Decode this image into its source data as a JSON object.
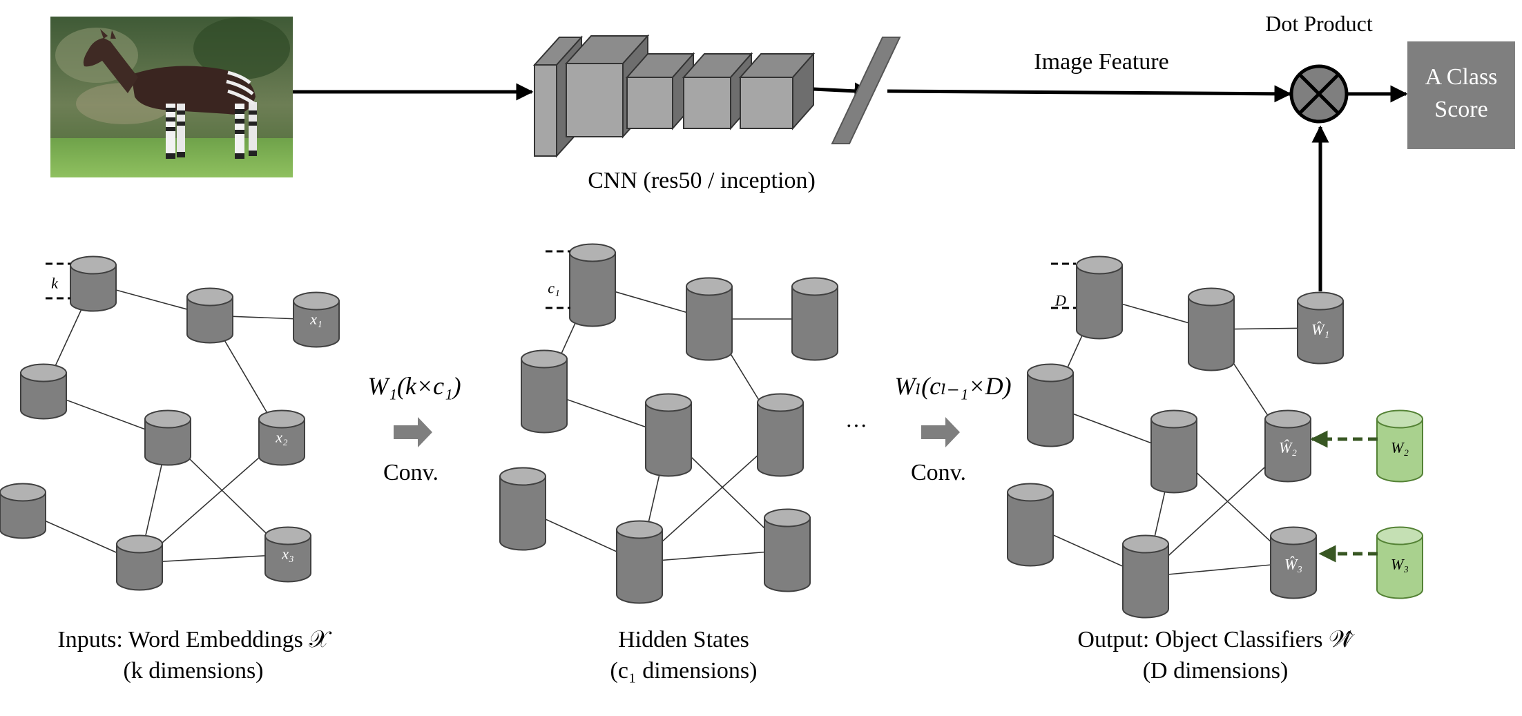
{
  "labels": {
    "cnn": "CNN (res50 / inception)",
    "image_feature": "Image Feature",
    "dot_product": "Dot Product",
    "class_score_line1": "A Class",
    "class_score_line2": "Score",
    "w1_conv": "W₁(k×c₁)",
    "wl_conv": "Wₗ(cₗ₋₁×D)",
    "conv1": "Conv.",
    "conv2": "Conv.",
    "ellipsis": "···",
    "inputs_line1": "Inputs: Word Embeddings 𝒳",
    "inputs_line2": "(k dimensions)",
    "hidden_line1": "Hidden States",
    "hidden_line2": "(c₁ dimensions)",
    "output_line1": "Output: Object Classifiers 𝒲̂",
    "output_line2": "(D dimensions)"
  },
  "node_labels": {
    "k": "k",
    "c1": "c₁",
    "D": "D",
    "x1": "x₁",
    "x2": "x₂",
    "x3": "x₃",
    "w1hat": "Ŵ₁",
    "w2hat": "Ŵ₂",
    "w3hat": "Ŵ₃",
    "w2": "W₂",
    "w3": "W₃"
  },
  "colors": {
    "node_body": "#7f7f7f",
    "node_top": "#b2b2b2",
    "green_body": "#a9d18e",
    "green_top": "#c5e0b4",
    "green_arrow": "#385723",
    "score_box": "#7f7f7f",
    "conv_arrow": "#7f7f7f",
    "cnn_front": "#a6a6a6",
    "cnn_top": "#8c8c8c",
    "cnn_side": "#6e6e6e"
  }
}
